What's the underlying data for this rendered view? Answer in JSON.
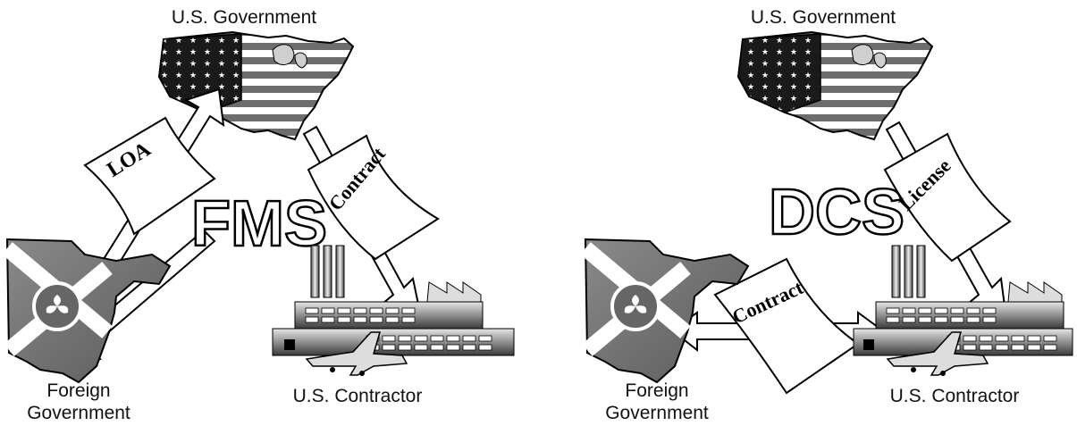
{
  "left_panel": {
    "title": "FMS",
    "us_government_label": "U.S. Government",
    "foreign_government_label_line1": "Foreign",
    "foreign_government_label_line2": "Government",
    "us_contractor_label": "U.S. Contractor",
    "document_loa": "LOA",
    "document_contract": "Contract"
  },
  "right_panel": {
    "title": "DCS",
    "us_government_label": "U.S. Government",
    "foreign_government_label_line1": "Foreign",
    "foreign_government_label_line2": "Government",
    "us_contractor_label": "U.S. Contractor",
    "document_license": "License",
    "document_contract": "Contract"
  },
  "colors": {
    "stroke": "#000000",
    "dark_gray": "#333333",
    "mid_gray": "#777777",
    "light_gray": "#bbbbbb"
  }
}
